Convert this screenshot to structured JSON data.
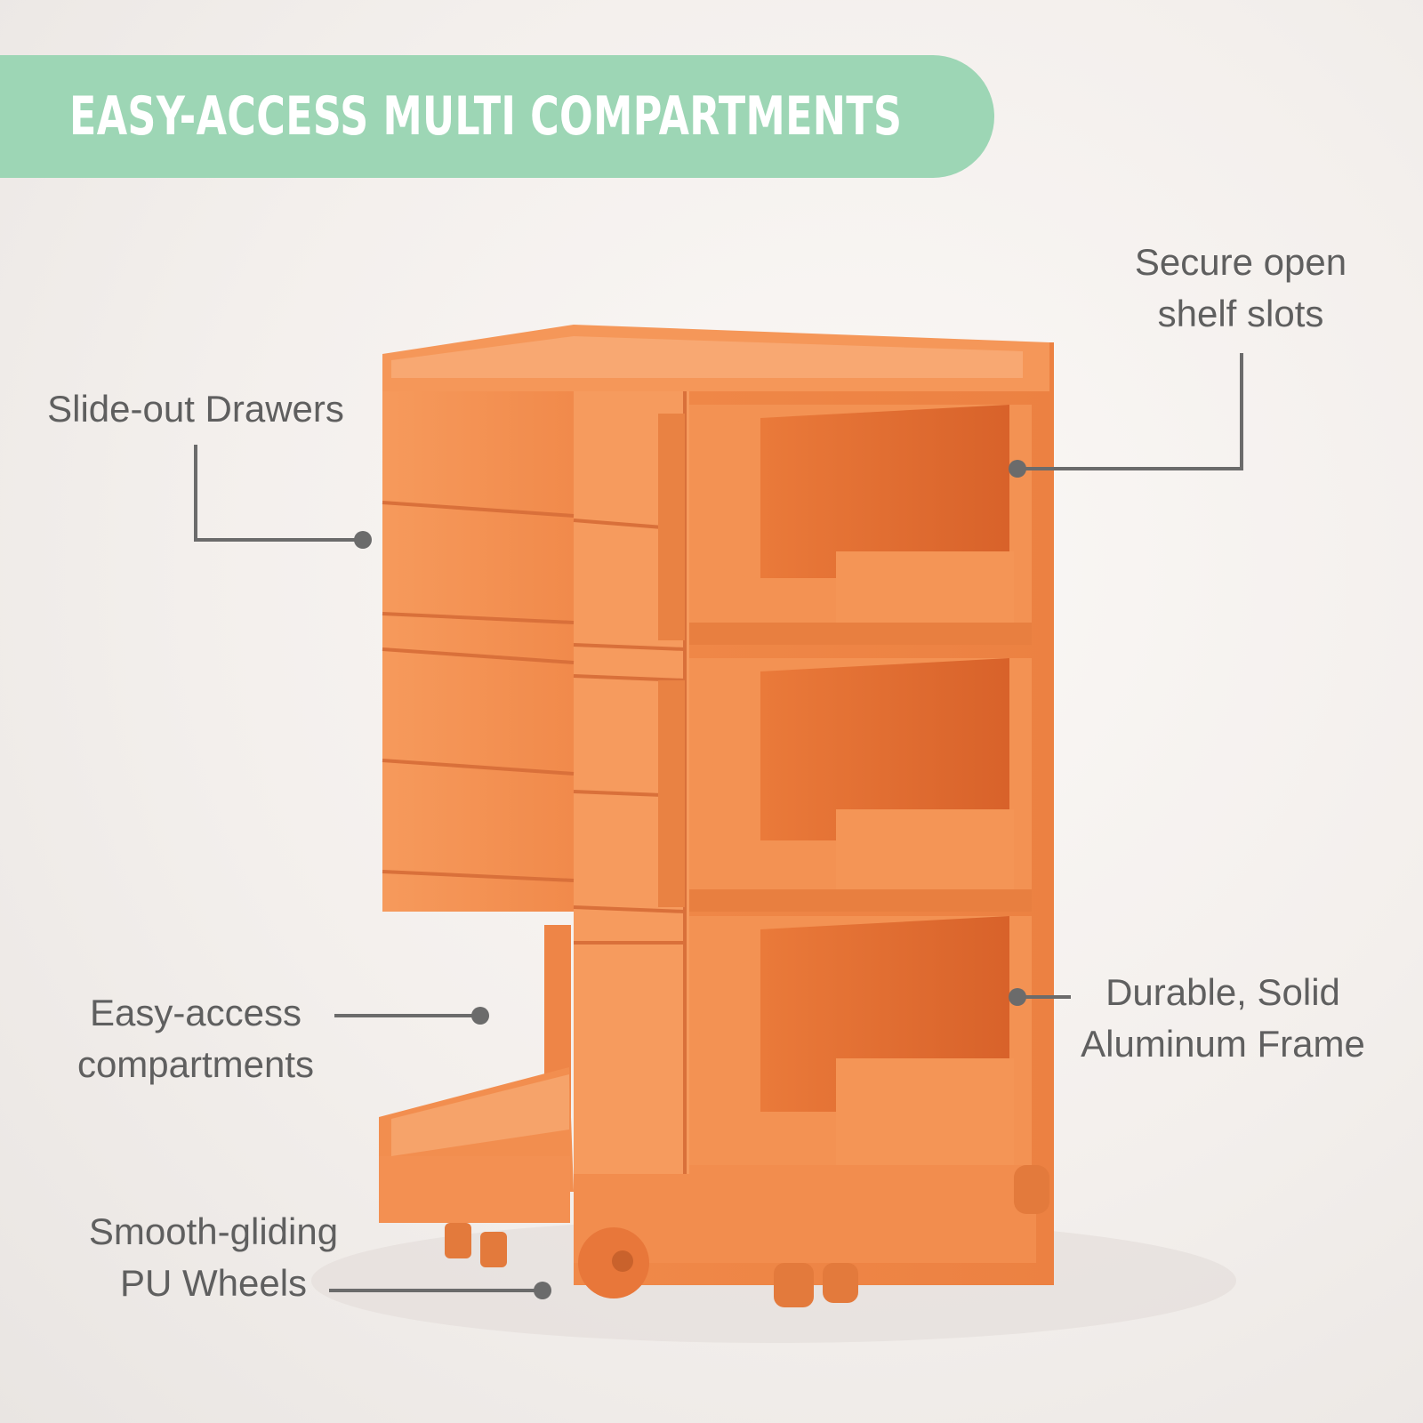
{
  "banner": {
    "title": "EASY-ACCESS MULTI COMPARTMENTS",
    "color": "#9dd6b5"
  },
  "colors": {
    "product_orange": "#f08a48",
    "callout_text": "#5f5f5f",
    "leader_line": "#6b6b6b"
  },
  "callouts": {
    "drawers": {
      "line1": "Slide-out Drawers"
    },
    "shelf": {
      "line1": "Secure open",
      "line2": "shelf slots"
    },
    "compartments": {
      "line1": "Easy-access",
      "line2": "compartments"
    },
    "frame": {
      "line1": "Durable, Solid",
      "line2": "Aluminum Frame"
    },
    "wheels": {
      "line1": "Smooth-gliding",
      "line2": "PU Wheels"
    }
  },
  "product": {
    "icon": "orange-storage-trolley-icon"
  }
}
